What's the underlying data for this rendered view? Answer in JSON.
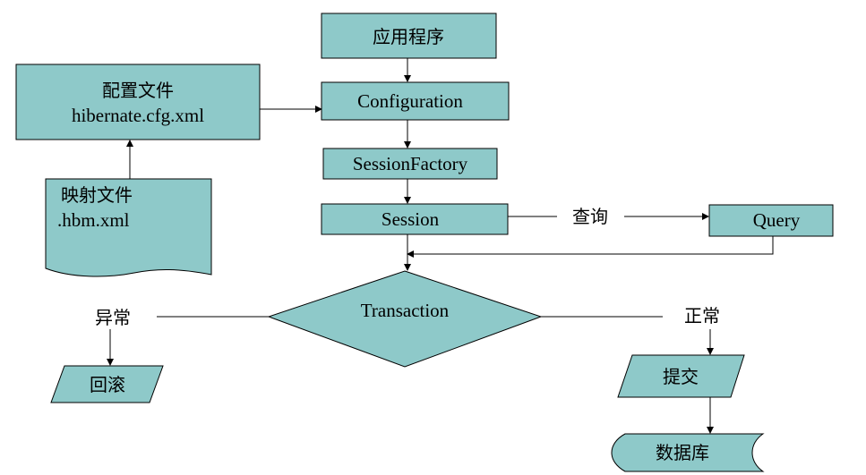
{
  "nodes": {
    "app": "应用程序",
    "config_file_title": "配置文件",
    "config_file_name": "hibernate.cfg.xml",
    "configuration": "Configuration",
    "session_factory": "SessionFactory",
    "mapping_file_title": "映射文件",
    "mapping_file_name": ".hbm.xml",
    "session": "Session",
    "query": "Query",
    "transaction": "Transaction",
    "rollback": "回滚",
    "commit": "提交",
    "database": "数据库"
  },
  "edges": {
    "query_label": "查询",
    "exception_label": "异常",
    "normal_label": "正常"
  },
  "colors": {
    "node_fill": "#8ec9c9",
    "stroke": "#000000"
  }
}
